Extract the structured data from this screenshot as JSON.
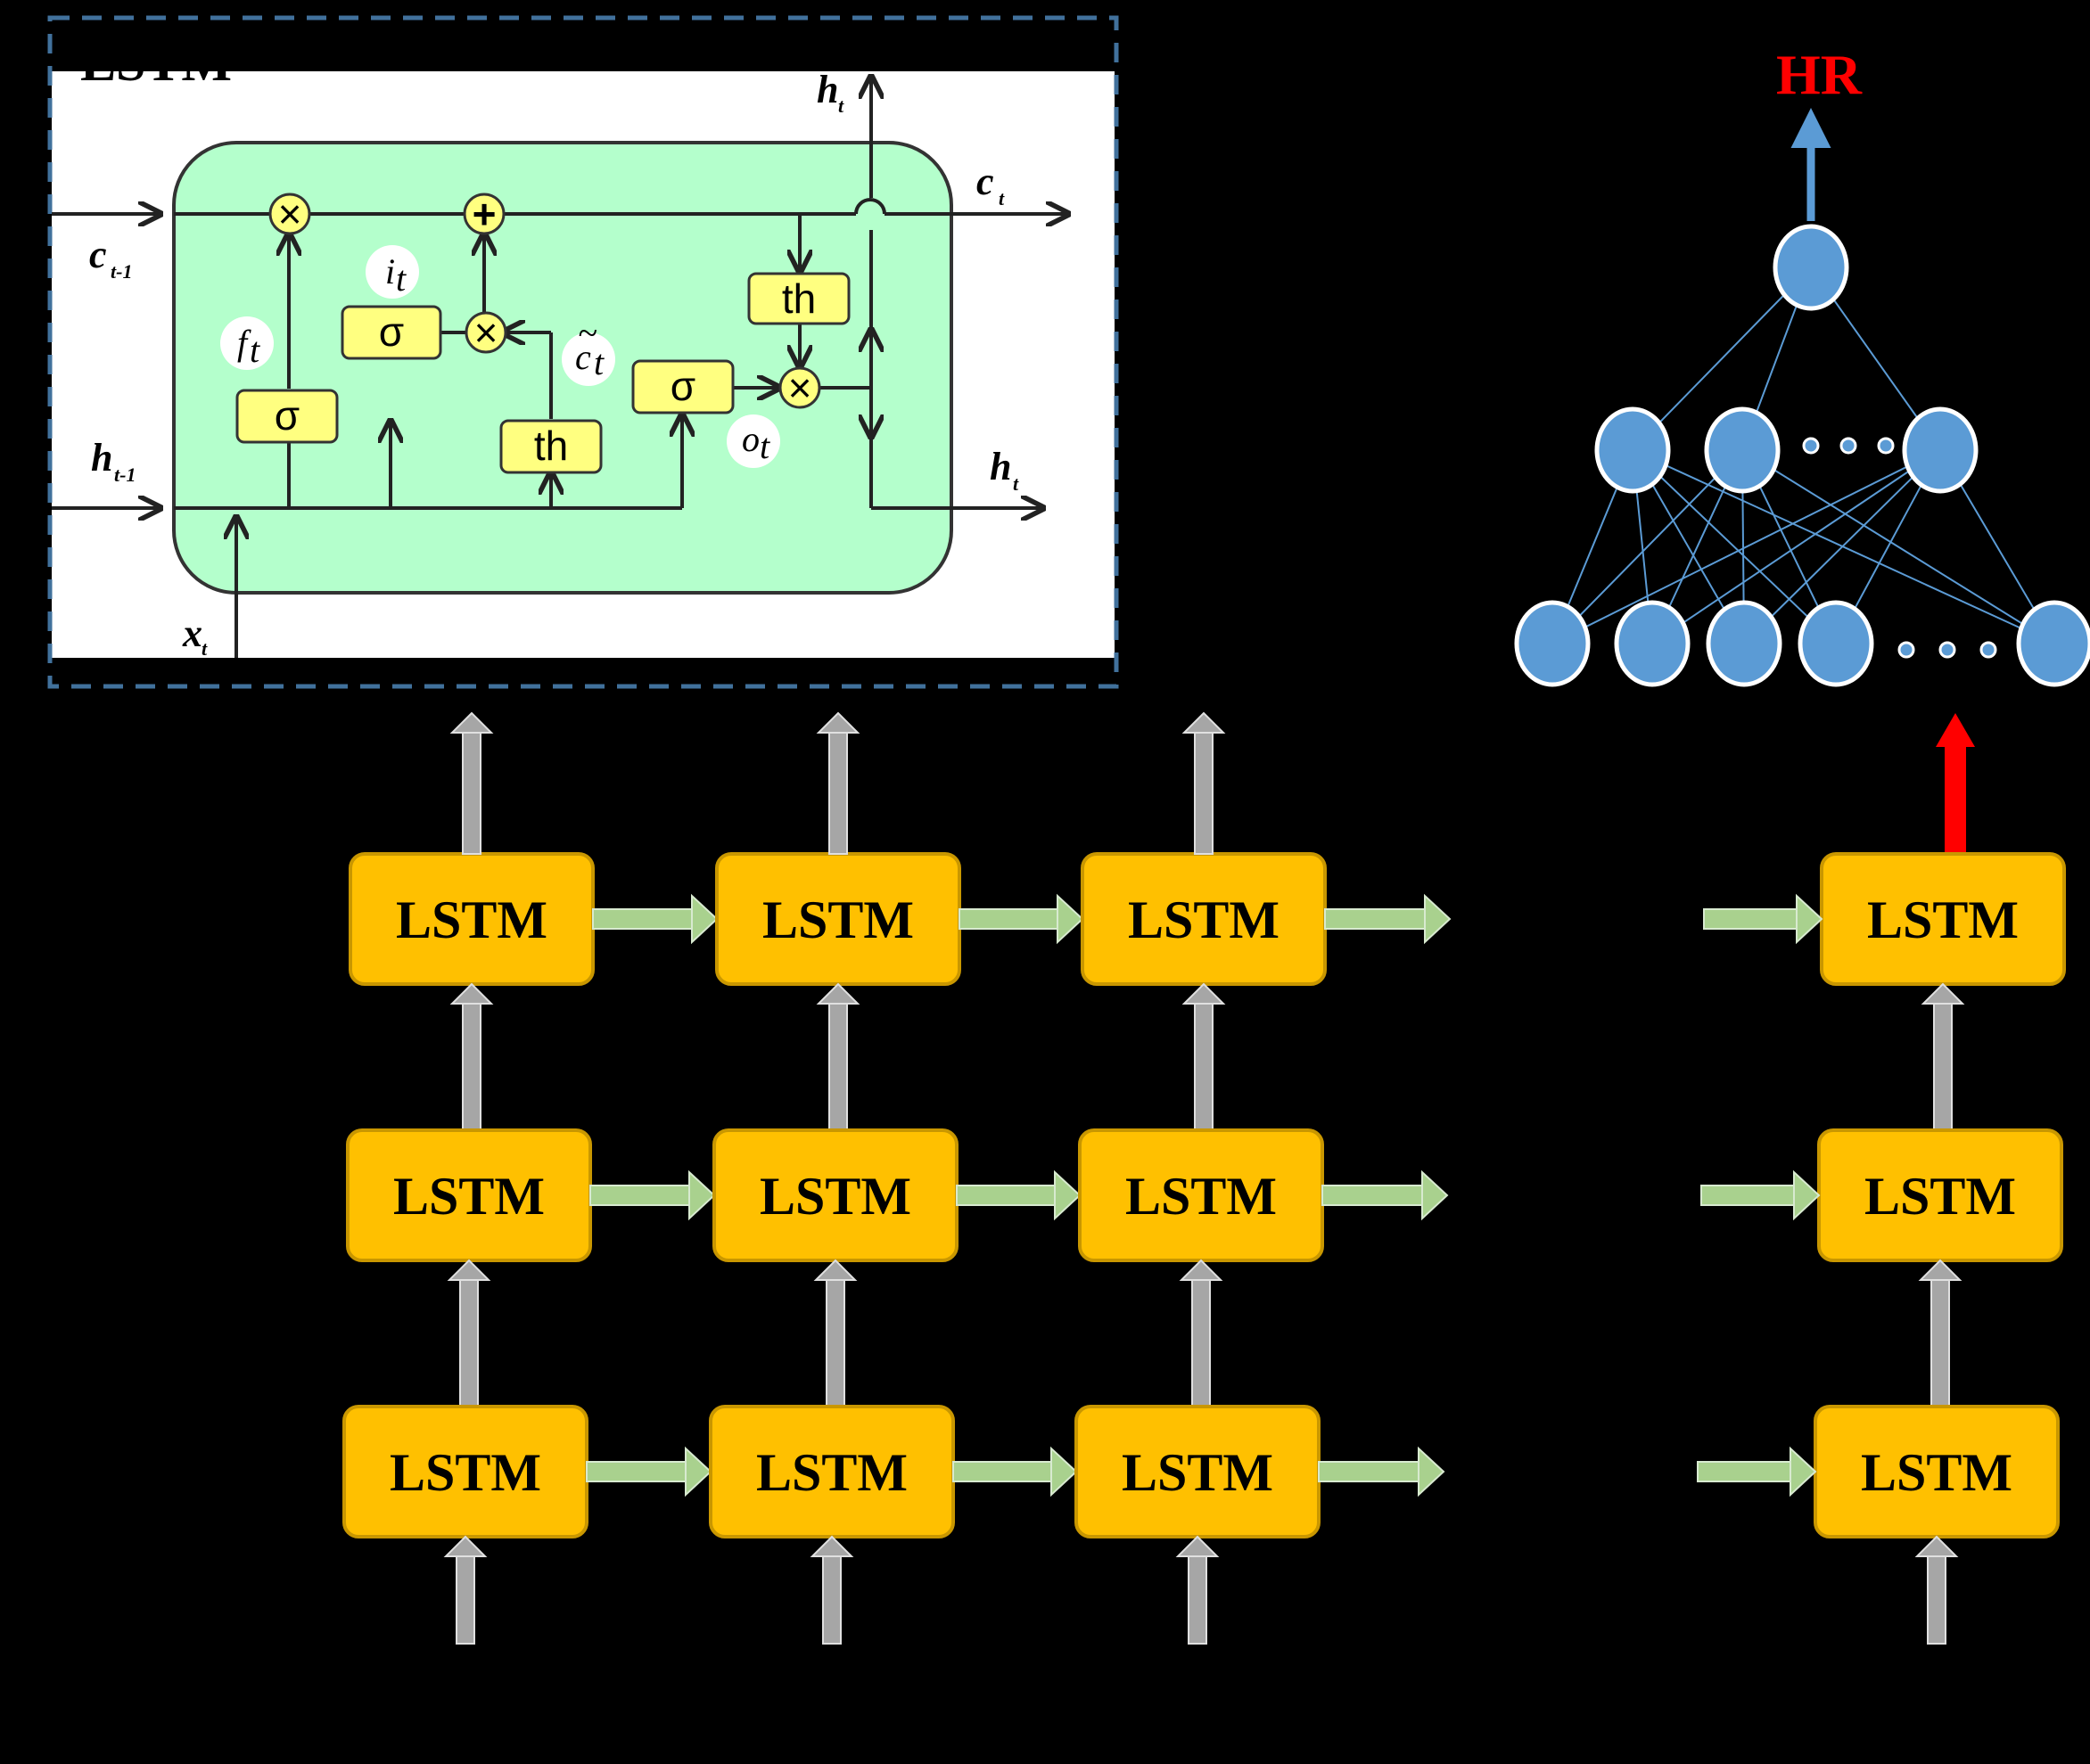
{
  "inset": {
    "title": "LSTM",
    "labels": {
      "h_out_top": "h",
      "h_out_top_sub": "t",
      "c_in": "c",
      "c_in_sub": "t-1",
      "c_out": "c",
      "c_out_sub": "t",
      "h_in": "h",
      "h_in_sub": "t-1",
      "h_out_right": "h",
      "h_out_right_sub": "t",
      "x_in": "x",
      "x_in_sub": "t",
      "f": "f",
      "f_sub": "t",
      "i": "i",
      "i_sub": "t",
      "c_tilde": "c",
      "c_tilde_sub": "t",
      "o": "o",
      "o_sub": "t"
    },
    "gates": {
      "sigma": "σ",
      "tanh": "th",
      "times": "×",
      "plus": "+"
    }
  },
  "network": {
    "output_label": "HR",
    "ellipsis": "• • •"
  },
  "grid": {
    "cell_label": "LSTM",
    "layers": 3,
    "timesteps_shown": 4
  },
  "colors": {
    "cell_fill": "#FFC000",
    "cell_border": "#C99700",
    "cell_green": "#B4FFCC",
    "gate_fill": "#FFFF80",
    "node_fill": "#5B9BD5",
    "recurrent_arrow": "#A9D18E",
    "vertical_arrow": "#A6A6A6",
    "output_arrow": "#FF0000",
    "hr_text": "#FF0000",
    "inset_border": "#41719C"
  }
}
